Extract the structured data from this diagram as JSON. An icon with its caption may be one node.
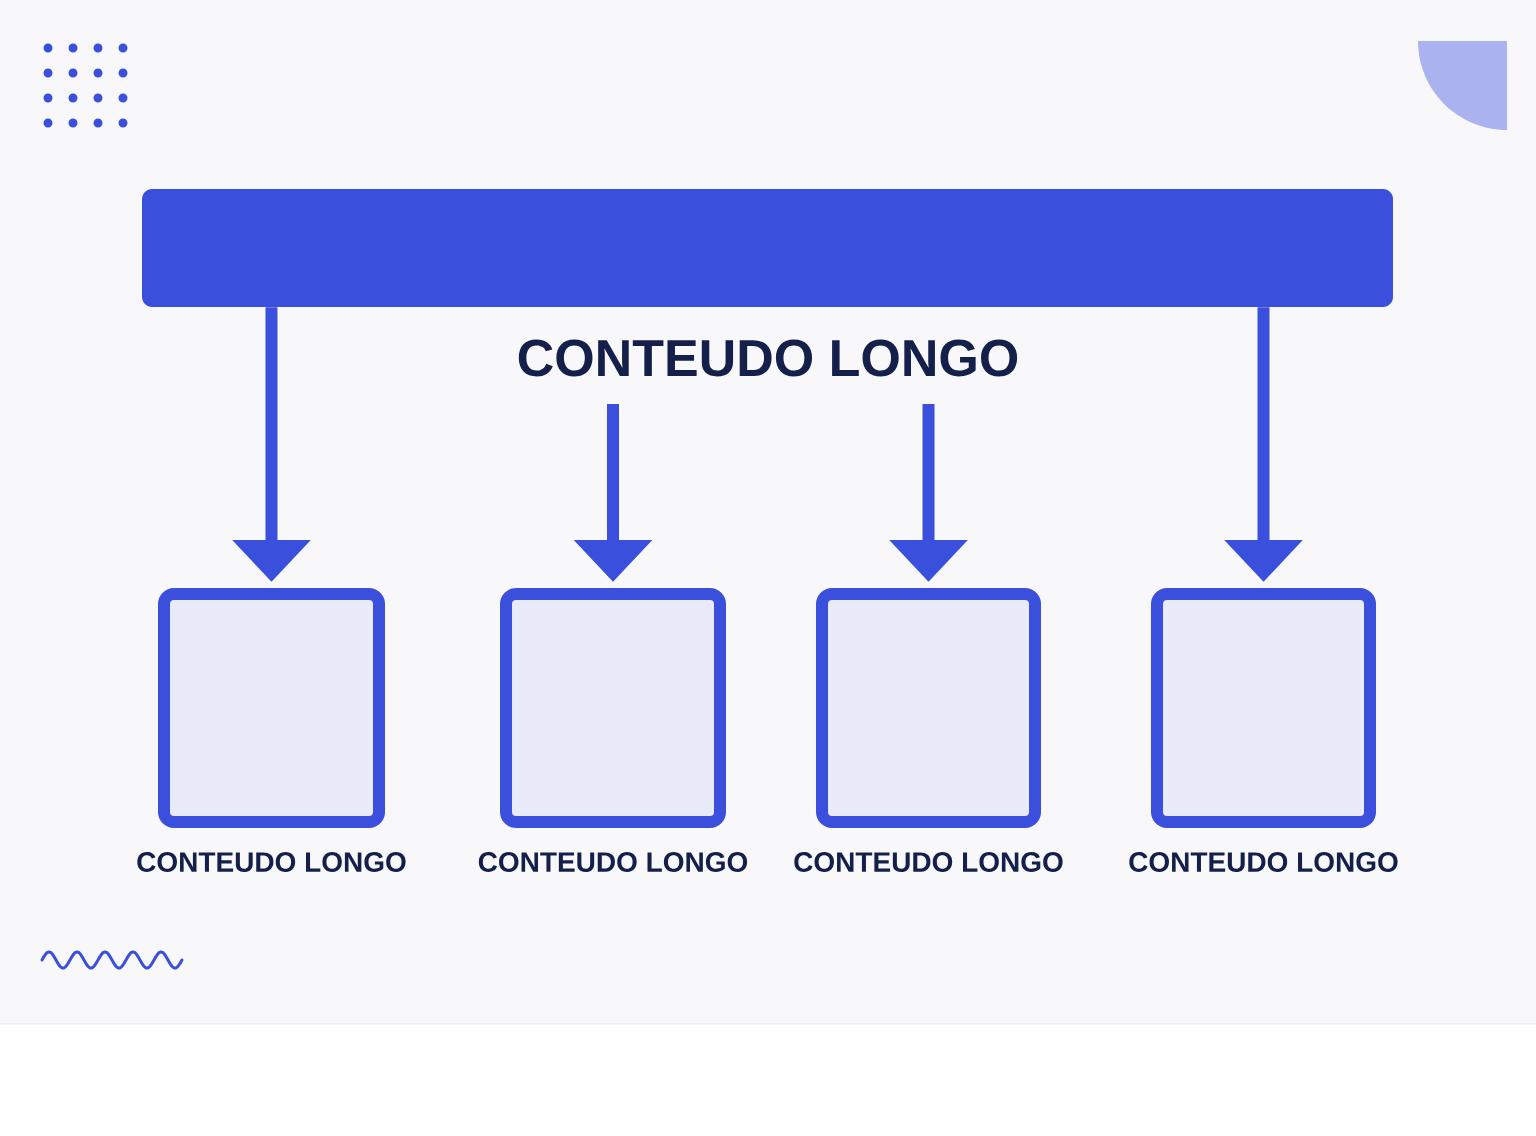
{
  "diagram": {
    "nodes": [
      {
        "text": [],
        "shape": "bar"
      },
      {
        "text": [],
        "shape": "box",
        "beside": [
          "CONTEUDO LONGO"
        ]
      },
      {
        "text": [],
        "shape": "box",
        "beside": [
          "CONTEUDO LONGO"
        ]
      },
      {
        "text": [],
        "shape": "box",
        "beside": [
          "CONTEUDO LONGO"
        ]
      },
      {
        "text": [],
        "shape": "box",
        "beside": [
          "CONTEUDO LONGO"
        ]
      }
    ],
    "edges": [
      {
        "from": 0,
        "to": 1,
        "arrow": "to"
      },
      {
        "from": null,
        "to": 2,
        "arrow": "to"
      },
      {
        "from": null,
        "to": 3,
        "arrow": "to"
      },
      {
        "from": 0,
        "to": 4,
        "arrow": "to"
      }
    ],
    "labels": [
      "CONTEUDO LONGO"
    ]
  }
}
